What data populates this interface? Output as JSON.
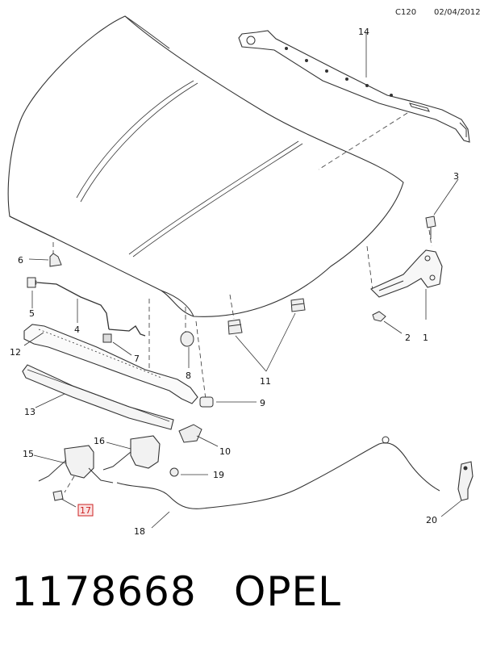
{
  "header": {
    "code": "C120",
    "date": "02/04/2012"
  },
  "footer": {
    "part_number": "1178668",
    "brand": "OPEL"
  },
  "callouts": [
    {
      "id": "c1",
      "label": "1"
    },
    {
      "id": "c2",
      "label": "2"
    },
    {
      "id": "c3",
      "label": "3"
    },
    {
      "id": "c4",
      "label": "4"
    },
    {
      "id": "c5",
      "label": "5"
    },
    {
      "id": "c6",
      "label": "6"
    },
    {
      "id": "c7",
      "label": "7"
    },
    {
      "id": "c8",
      "label": "8"
    },
    {
      "id": "c9",
      "label": "9"
    },
    {
      "id": "c10",
      "label": "10"
    },
    {
      "id": "c11",
      "label": "11"
    },
    {
      "id": "c12",
      "label": "12"
    },
    {
      "id": "c13",
      "label": "13"
    },
    {
      "id": "c14",
      "label": "14"
    },
    {
      "id": "c15",
      "label": "15"
    },
    {
      "id": "c16",
      "label": "16"
    },
    {
      "id": "c17",
      "label": "17"
    },
    {
      "id": "c18",
      "label": "18"
    },
    {
      "id": "c19",
      "label": "19"
    },
    {
      "id": "c20",
      "label": "20"
    }
  ],
  "colors": {
    "line": "#333333",
    "highlight": "#cc2222",
    "highlight_bg": "#fbe3e3"
  }
}
